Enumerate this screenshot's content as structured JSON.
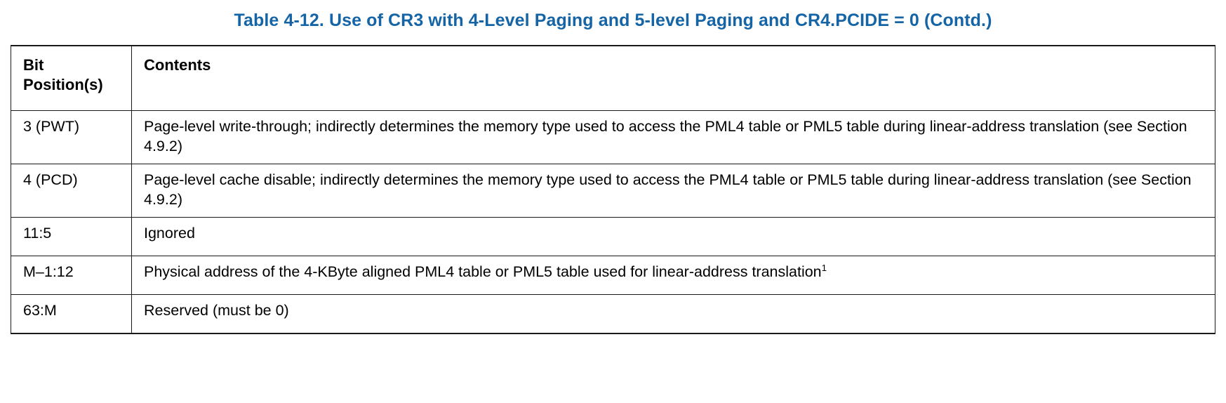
{
  "caption": "Table 4-12.  Use of CR3 with 4-Level Paging and 5-level Paging and CR4.PCIDE = 0 (Contd.)",
  "colors": {
    "caption": "#1565a6",
    "border": "#1a1a1a",
    "text": "#000000",
    "background": "#ffffff"
  },
  "table": {
    "headers": {
      "bit_positions": "Bit\nPosition(s)",
      "contents": "Contents"
    },
    "rows": [
      {
        "bit": "3 (PWT)",
        "contents": "Page-level write-through; indirectly determines the memory type used to access the PML4 table or PML5 table during linear-address translation (see Section 4.9.2)",
        "footnote": ""
      },
      {
        "bit": "4 (PCD)",
        "contents": "Page-level cache disable; indirectly determines the memory type used to access the PML4 table or PML5 table during linear-address translation (see Section 4.9.2)",
        "footnote": ""
      },
      {
        "bit": "11:5",
        "contents": "Ignored",
        "footnote": ""
      },
      {
        "bit": "M–1:12",
        "contents": "Physical address of the 4-KByte aligned PML4 table or PML5 table used for linear-address translation",
        "footnote": "1"
      },
      {
        "bit": "63:M",
        "contents": "Reserved (must be 0)",
        "footnote": ""
      }
    ]
  }
}
